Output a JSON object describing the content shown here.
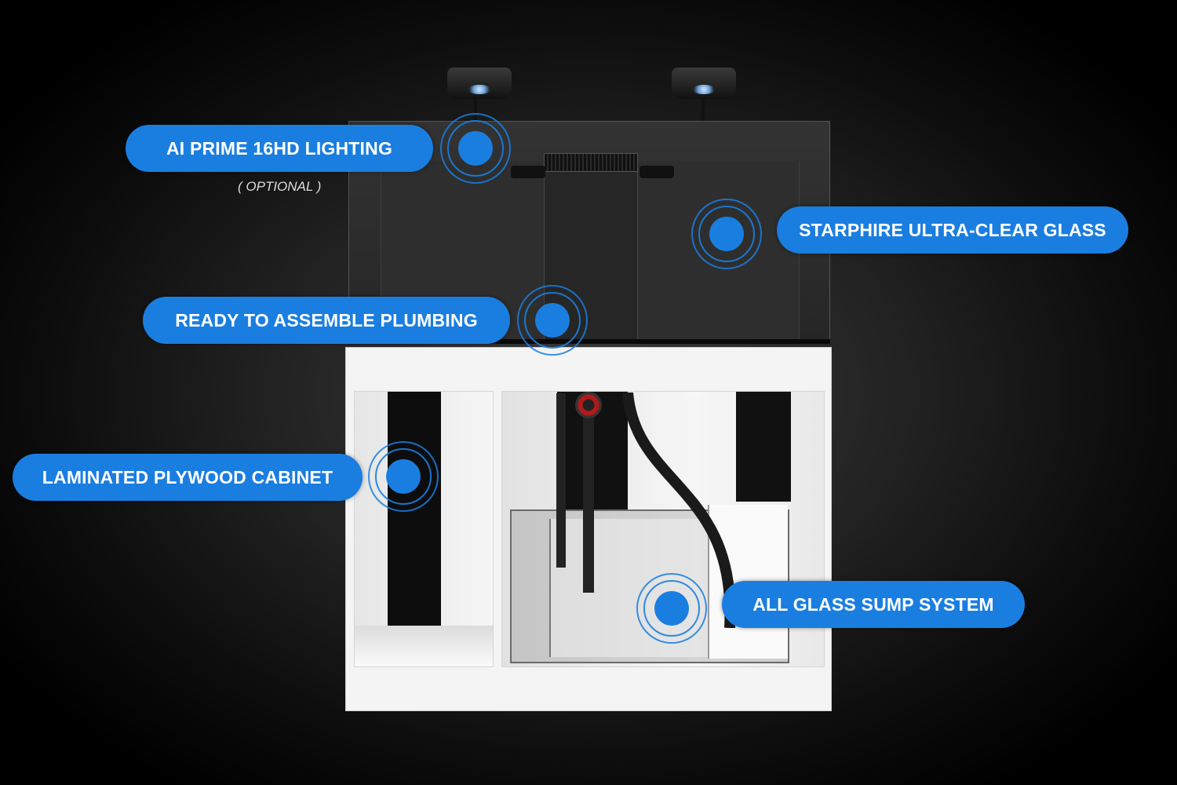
{
  "callouts": [
    {
      "label": "AI PRIME 16HD LIGHTING"
    },
    {
      "label": "STARPHIRE ULTRA-CLEAR GLASS"
    },
    {
      "label": "READY TO ASSEMBLE PLUMBING"
    },
    {
      "label": "LAMINATED PLYWOOD CABINET"
    },
    {
      "label": "ALL GLASS SUMP SYSTEM"
    }
  ],
  "lighting_note": "( OPTIONAL )",
  "colors": {
    "accent": "#1a7ee0",
    "background": "#000000",
    "cabinet": "#f4f4f4"
  }
}
